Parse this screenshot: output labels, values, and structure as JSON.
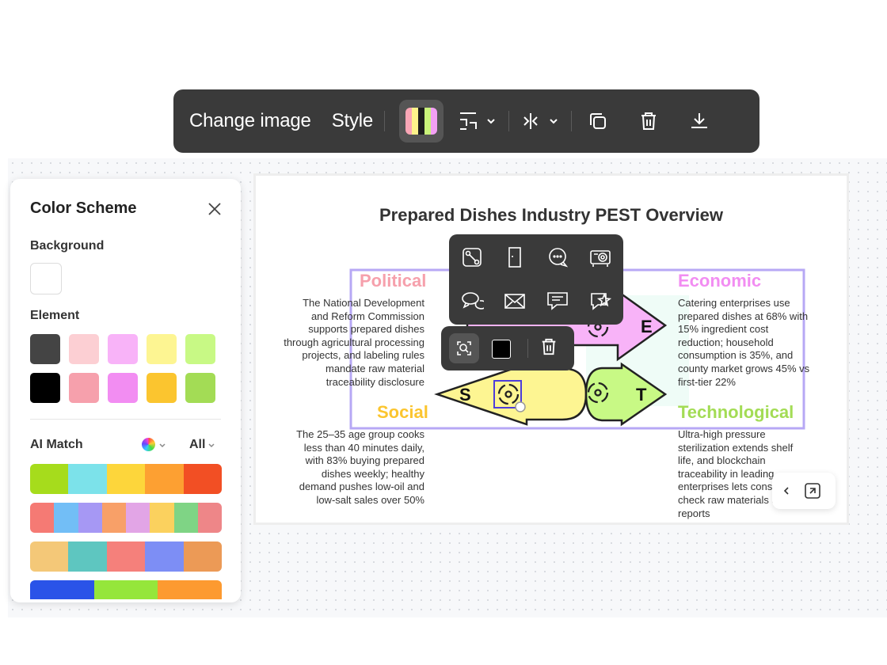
{
  "toolbar": {
    "change_image": "Change image",
    "style": "Style",
    "swatch_colors": [
      "#f9a6b6",
      "#fdf28a",
      "#1e1e1e",
      "#c9f27a",
      "#f3a0f4"
    ],
    "icons": [
      "layout-icon",
      "chevron-down-icon",
      "flip-icon",
      "chevron-down-icon",
      "copy-icon",
      "delete-icon",
      "download-icon"
    ]
  },
  "panel": {
    "title": "Color Scheme",
    "background_label": "Background",
    "background_color": "#ffffff",
    "element_label": "Element",
    "element_colors": [
      "#444444",
      "#fccfd3",
      "#f8b3f8",
      "#fdf592",
      "#c8f985",
      "#000000",
      "#f6a0ac",
      "#f28df2",
      "#fbc52f",
      "#a3dc55"
    ],
    "ai_match_label": "AI Match",
    "all_label": "All",
    "palettes": [
      [
        "#a6dc1c",
        "#7ce2ea",
        "#fdd63b",
        "#fda032",
        "#f24f24"
      ],
      [
        "#f57a74",
        "#72bef6",
        "#a698f4",
        "#f8a068",
        "#e2a5e6",
        "#fbd15e",
        "#7fd485",
        "#ee8688"
      ],
      [
        "#f4c878",
        "#5ec6c0",
        "#f5807b",
        "#7d8ef5",
        "#ec9a56"
      ],
      [
        "#2a53e8",
        "#95e63b",
        "#fd9a30"
      ]
    ]
  },
  "canvas": {
    "title": "Prepared Dishes Industry PEST Overview",
    "political": {
      "title": "Political",
      "color": "#f6a0ac",
      "text": "The National Development and Reform Commission supports prepared dishes through agricultural processing projects, and labeling rules mandate raw material traceability disclosure"
    },
    "economic": {
      "title": "Economic",
      "color": "#f28df2",
      "text": "Catering enterprises use prepared dishes at 68% with 15% ingredient cost reduction; household consumption is 35%, and county market grows 45% vs first-tier 22%"
    },
    "social": {
      "title": "Social",
      "color": "#fbc52f",
      "text": "The 25–35 age group cooks less than 40 minutes daily, with 83% buying prepared dishes weekly; healthy demand pushes low-oil and low-salt sales over 50%"
    },
    "technological": {
      "title": "Technological",
      "color": "#a3dc55",
      "text": "Ultra-high pressure sterilization extends shelf life, and blockchain traceability in leading enterprises lets consumers check raw materials and test reports"
    },
    "letters": {
      "s": "S",
      "e": "E",
      "t": "T"
    }
  },
  "icon_popover": {
    "icons": [
      "image-link-icon",
      "door-icon",
      "chat-bubble-icon",
      "presentation-icon",
      "speech-bubbles-icon",
      "envelope-icon",
      "message-list-icon",
      "star-chat-icon"
    ]
  },
  "selection_toolbar": {
    "fill_color": "#000000",
    "icons": [
      "zoom-search-icon",
      "fill-color-swatch",
      "delete-icon"
    ]
  },
  "side_controls": {
    "icons": [
      "chevron-left-icon",
      "fit-view-icon"
    ]
  }
}
